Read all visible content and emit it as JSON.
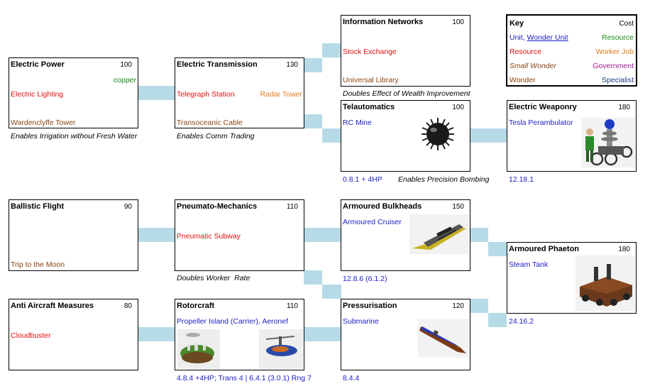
{
  "key": {
    "title": "Key",
    "cost": "Cost",
    "unit": "Unit, ",
    "wonder_unit": "Wonder Unit",
    "resource_green": "Resource",
    "resource_red": "Resource",
    "worker_job": "Worker Job",
    "small_wonder": "Small Wonder",
    "government": "Government",
    "wonder": "Wonder",
    "specialist": "Specialist"
  },
  "techs": {
    "electric_power": {
      "title": "Electric Power",
      "cost": "100",
      "green": "copper",
      "resource": "Electric Lighting",
      "wonder": "Wardenclyffe Tower",
      "note": "Enables Irrigation without Fresh Water"
    },
    "electric_transmission": {
      "title": "Electric Transmission",
      "cost": "130",
      "resource": "Telegraph Station",
      "worker": "Radar Tower",
      "wonder": "Transoceanic Cable",
      "note": "Enables Comm Trading"
    },
    "information_networks": {
      "title": "Information Networks",
      "cost": "100",
      "resource": "Stock Exchange",
      "wonder": "Universal Library",
      "note": "Doubles Effect of Wealth Improvement"
    },
    "telautomatics": {
      "title": "Telautomatics",
      "cost": "100",
      "unit": "RC Mine",
      "stat": "0.8.1 + 4HP",
      "note": "Enables Precision Bombing"
    },
    "electric_weaponry": {
      "title": "Electric Weaponry",
      "cost": "180",
      "unit": "Tesla Perambulator",
      "stat": "12.18.1"
    },
    "ballistic_flight": {
      "title": "Ballistic Flight",
      "cost": "90",
      "wonder": "Trip to the Moon"
    },
    "pneumato_mechanics": {
      "title": "Pneumato-Mechanics",
      "cost": "110",
      "resource": "Pneumatic Subway",
      "note": "Doubles Worker  Rate"
    },
    "armoured_bulkheads": {
      "title": "Armoured Bulkheads",
      "cost": "150",
      "unit": "Armoured Cruiser",
      "stat": "12.8.6 (6.1.2)"
    },
    "armoured_phaeton": {
      "title": "Armoured Phaeton",
      "cost": "180",
      "unit": "Steam Tank",
      "stat": "24.16.2"
    },
    "anti_aircraft": {
      "title": "Anti Aircraft Measures",
      "cost": "80",
      "resource": "Cloudbuster"
    },
    "rotorcraft": {
      "title": "Rotorcraft",
      "cost": "110",
      "unit": "Propeller Island (Carrier), Aeronef",
      "stat": "4.8.4 +4HP; Trans 4 | 6.4.1 (3.0.1) Rng 7"
    },
    "pressurisation": {
      "title": "Pressurisation",
      "cost": "120",
      "unit": "Submarine",
      "stat": "8.4.4"
    }
  },
  "colors": {
    "connector": "#b7dbe6",
    "resource": "#e01010",
    "wonder": "#8b4513",
    "unit": "#1c1cc8",
    "green": "#1a8a1a",
    "worker": "#e07a18",
    "government": "#a01890",
    "specialist": "#1a3a7a"
  }
}
